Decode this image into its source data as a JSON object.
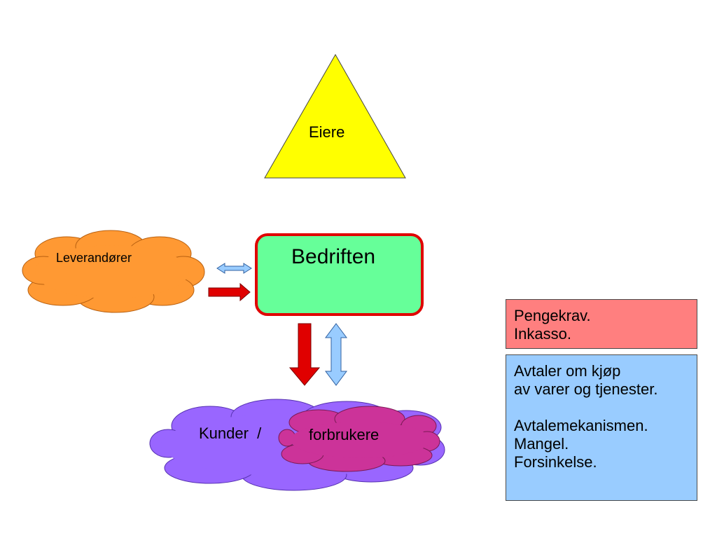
{
  "diagram": {
    "owners": {
      "label": "Eiere",
      "color": "#ffff00"
    },
    "company": {
      "label": "Bedriften",
      "fill": "#66ff99",
      "border": "#e00000"
    },
    "suppliers": {
      "label": "Leverandører",
      "color": "#ff9933"
    },
    "customers": {
      "label": "Kunder  /",
      "color": "#9966ff"
    },
    "consumers": {
      "label": "forbrukere",
      "color": "#cc3399"
    },
    "arrows": {
      "money_color": "#e00000",
      "agreement_color": "#99ccff"
    }
  },
  "boxes": {
    "claims": {
      "color": "#ff7f7f",
      "lines": [
        "Pengekrav.",
        "Inkasso."
      ]
    },
    "agreements": {
      "color": "#99ccff",
      "lines": [
        "Avtaler om kjøp",
        "av varer og tjenester.",
        "",
        "Avtalemekanismen.",
        "Mangel.",
        "Forsinkelse."
      ]
    }
  }
}
